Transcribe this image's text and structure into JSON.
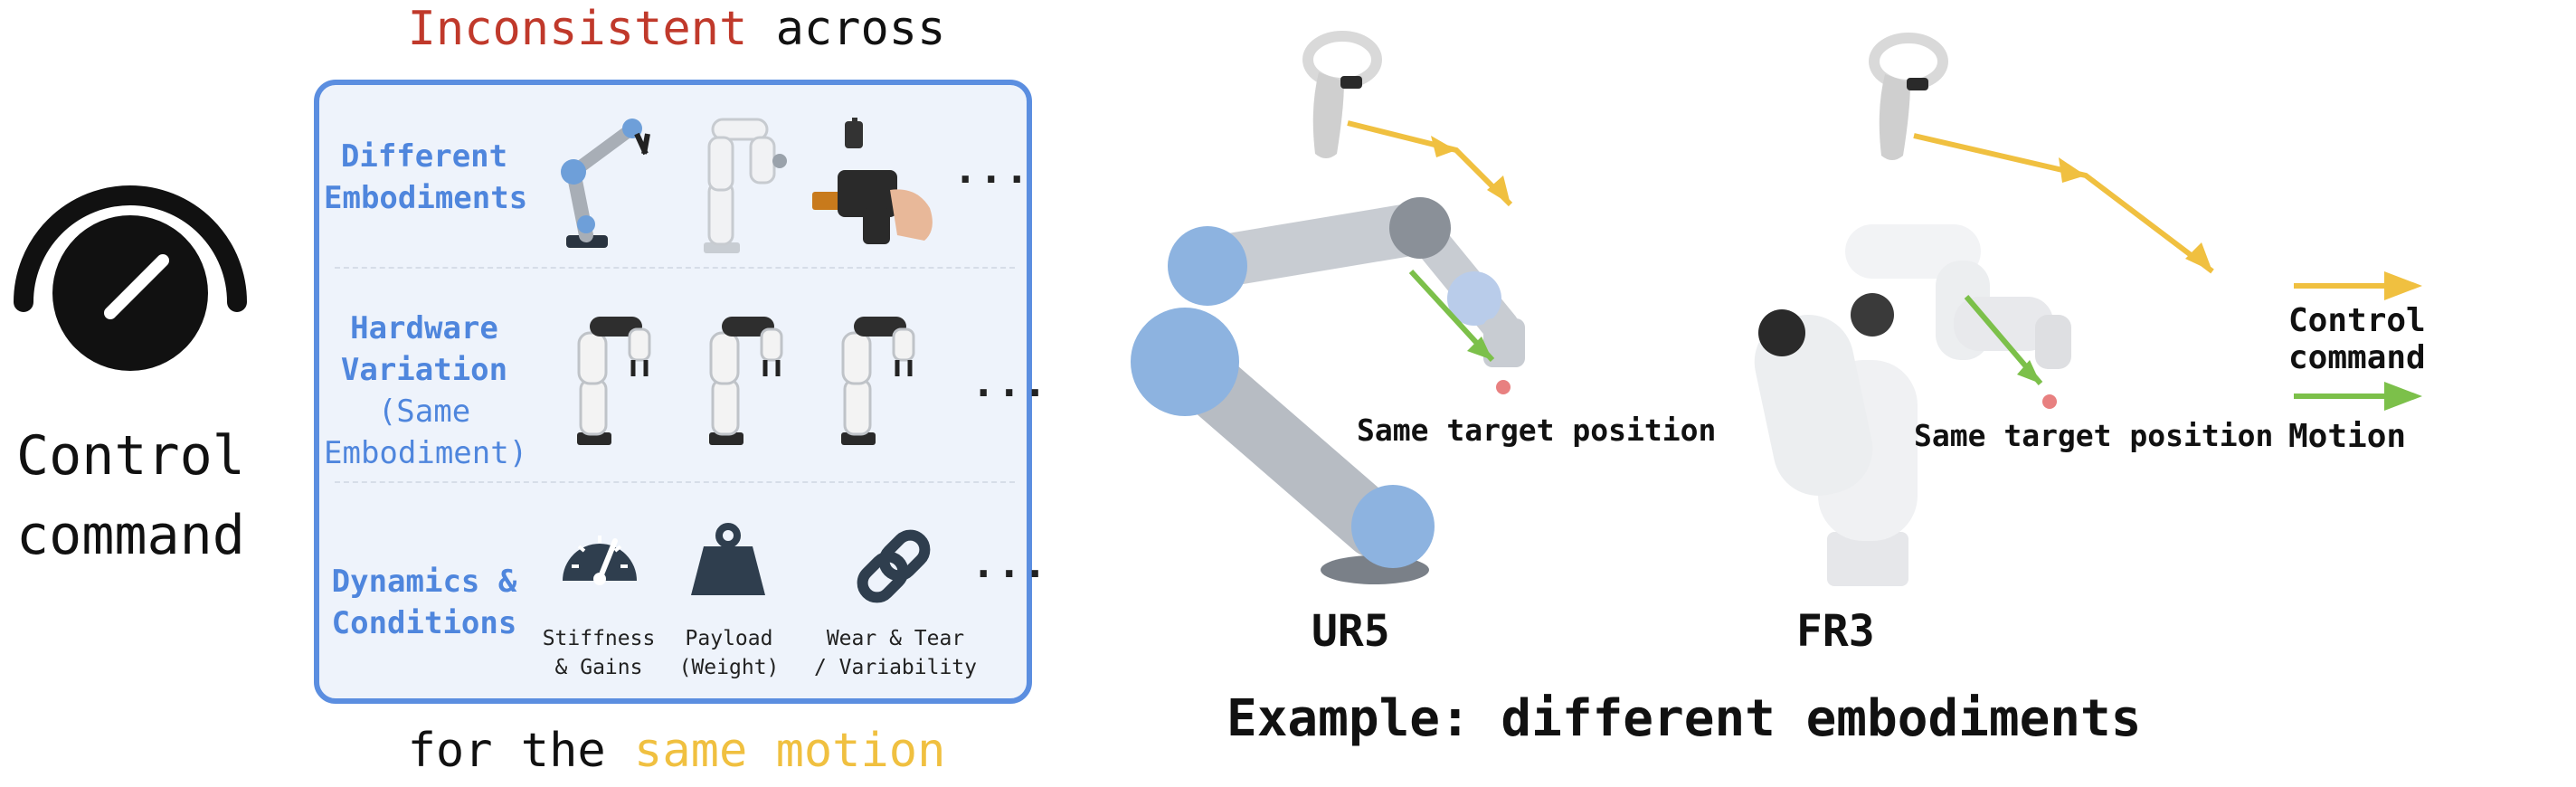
{
  "left": {
    "label_line1": "Control",
    "label_line2": "command",
    "icon": "gauge-icon"
  },
  "header": {
    "word_inconsistent": "Inconsistent",
    "word_across": " across",
    "inconsistent_color": "#c0392b"
  },
  "footer": {
    "prefix": "for the ",
    "highlight": "same motion",
    "highlight_color": "#f0c040"
  },
  "panel": {
    "border_color": "#5b8ee0",
    "rows": [
      {
        "label_lines": [
          "Different",
          "Embodiments"
        ],
        "ellipsis": "..."
      },
      {
        "label_lines": [
          "Hardware",
          "Variation"
        ],
        "sub_lines": [
          "(Same",
          "Embodiment)"
        ],
        "ellipsis": "..."
      },
      {
        "label_lines": [
          "Dynamics &",
          "Conditions"
        ],
        "ellipsis": "...",
        "items": [
          {
            "icon": "gauge-icon",
            "line1": "Stiffness",
            "line2": "& Gains"
          },
          {
            "icon": "weight-icon",
            "line1": "Payload",
            "line2": "(Weight)"
          },
          {
            "icon": "link-icon",
            "line1": "Wear & Tear",
            "line2": "/ Variability"
          }
        ]
      }
    ]
  },
  "example": {
    "robots": [
      {
        "name": "UR5",
        "target_text": "Same target position"
      },
      {
        "name": "FR3",
        "target_text": "Same target position"
      }
    ],
    "title": "Example: different embodiments"
  },
  "legend": {
    "control": {
      "label": "Control command",
      "color": "#f0c040"
    },
    "motion": {
      "label": "Motion",
      "color": "#7cc04a"
    }
  },
  "colors": {
    "accent_blue": "#4f86dd",
    "arrow_yellow": "#f0c040",
    "arrow_green": "#7cc04a",
    "target_dot": "#e88080",
    "icon_dark": "#2f3e4e"
  }
}
